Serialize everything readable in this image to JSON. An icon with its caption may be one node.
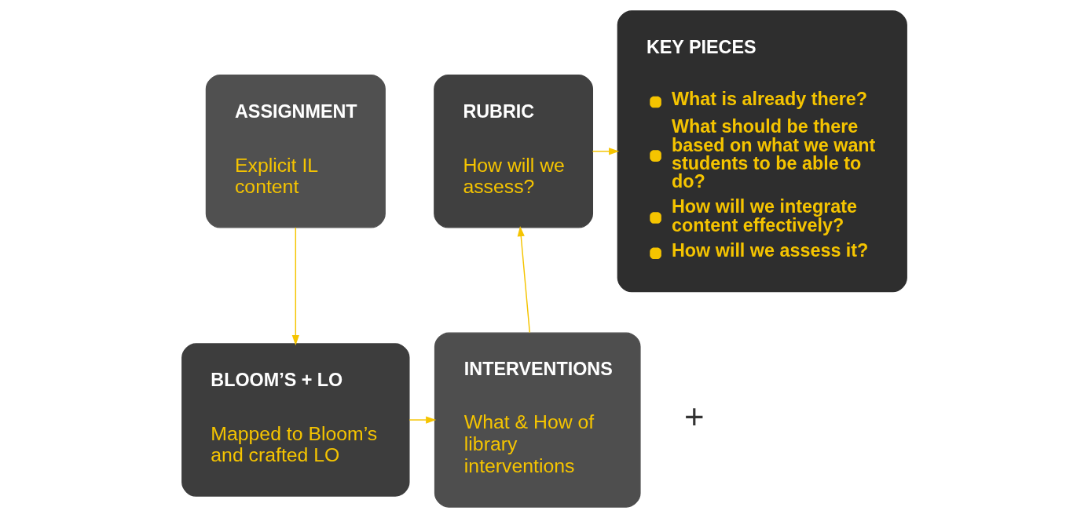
{
  "diagram": {
    "nodes": [
      {
        "text": [
          "ASSIGNMENT",
          "Explicit IL content"
        ]
      },
      {
        "text": [
          "RUBRIC",
          "How will we assess?"
        ]
      },
      {
        "text": [
          "KEY PIECES",
          "What is already there?",
          "What should be there based on what we want students to be able to do?",
          "How will we integrate content effectively?",
          "How will we assess it?"
        ]
      },
      {
        "text": [
          "BLOOM’S + LO",
          "Mapped to Bloom’s and crafted LO"
        ]
      },
      {
        "text": [
          "INTERVENTIONS",
          "What & How of library interventions"
        ]
      },
      {
        "text": [
          "+"
        ]
      }
    ],
    "edges": [
      {
        "from": 0,
        "to": 3,
        "arrow": "to"
      },
      {
        "from": 3,
        "to": 4,
        "arrow": "to"
      },
      {
        "from": 4,
        "to": 1,
        "arrow": "to"
      },
      {
        "from": 1,
        "to": 2,
        "arrow": "to"
      }
    ]
  }
}
